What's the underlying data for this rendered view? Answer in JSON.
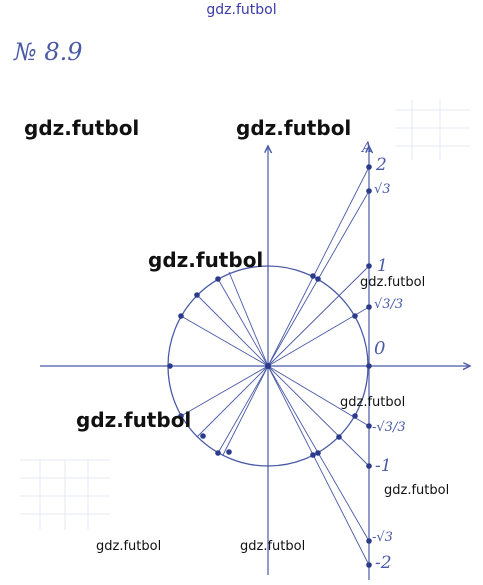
{
  "header": {
    "site_link": "gdz.futbol"
  },
  "exercise": {
    "number": "№ 8.9"
  },
  "watermarks": [
    "gdz.futbol",
    "gdz.futbol",
    "gdz.futbol",
    "gdz.futbol",
    "gdz.futbol",
    "gdz.futbol",
    "gdz.futbol",
    "gdz.futbol",
    "gdz.futbol"
  ],
  "tangent_axis": {
    "top_label": "A",
    "labels": [
      "2",
      "√3",
      "1",
      "√3/3",
      "0",
      "-√3/3",
      "-1",
      "-√3",
      "-2"
    ]
  },
  "colors": {
    "ink": "#4a5aa6",
    "dot": "#2c3a8c",
    "watermark": "#111111"
  }
}
